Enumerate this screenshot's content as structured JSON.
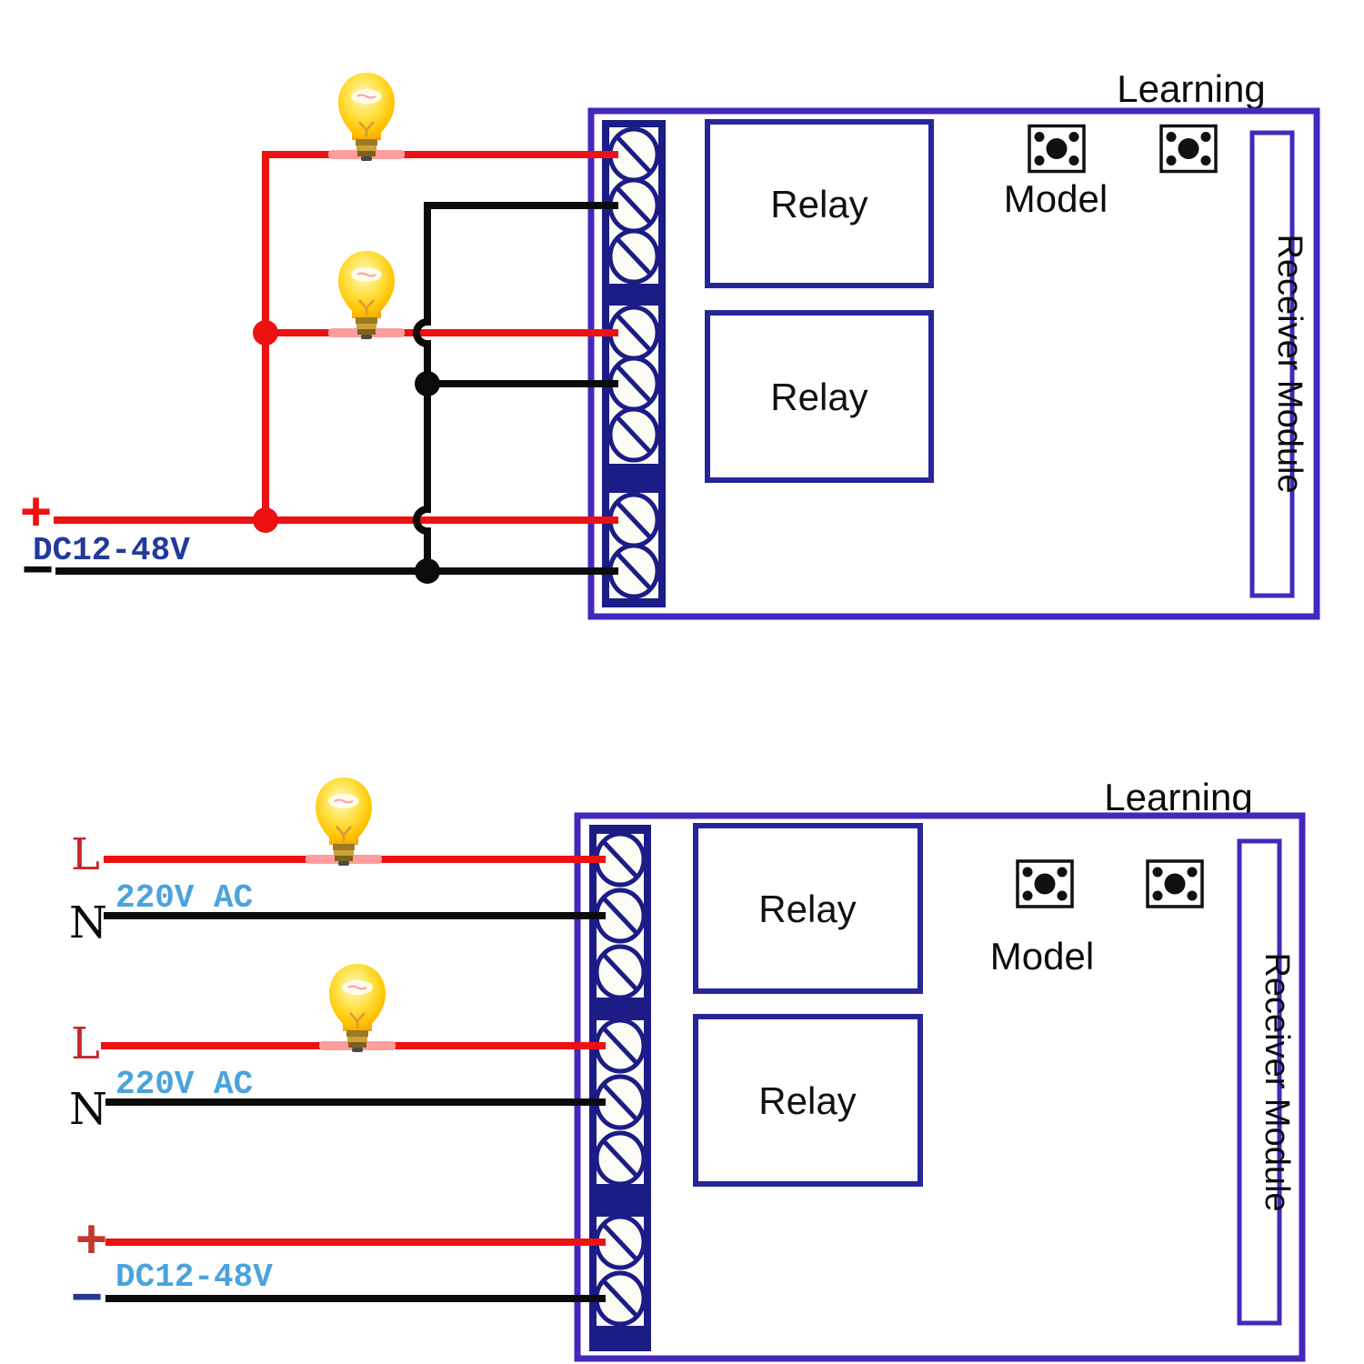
{
  "top_diagram": {
    "learning_label": "Learning",
    "model_label": "Model",
    "relay1_label": "Relay",
    "relay2_label": "Relay",
    "receiver_label": "Receiver Module",
    "plus_sign": "+",
    "power_label": "DC12-48V",
    "minus_sign": "−"
  },
  "bottom_diagram": {
    "learning_label": "Learning",
    "model_label": "Model",
    "relay1_label": "Relay",
    "relay2_label": "Relay",
    "receiver_label": "Receiver Module",
    "line1_label": "L",
    "ac1_label": "220V AC",
    "neutral1_label": "N",
    "line2_label": "L",
    "ac2_label": "220V AC",
    "neutral2_label": "N",
    "plus_sign": "+",
    "power_label": "DC12-48V",
    "minus_sign": "−"
  },
  "colors": {
    "board_border_purple": "#4527bd",
    "terminal_navy": "#1c1c87",
    "relay_border_navy": "#26269a",
    "wire_red": "#ee1111",
    "wire_black": "#0b0b0b",
    "ac_label_cyan": "#4aa3dc",
    "dc_label_navy": "#223a9e",
    "line_label_red": "#c4272b",
    "minus_label_navy": "#233a8f",
    "bulb_yellow": "#ffd400"
  },
  "terminals": {
    "top_count": 8,
    "bottom_count": 8,
    "grouping": "3-3-2"
  }
}
